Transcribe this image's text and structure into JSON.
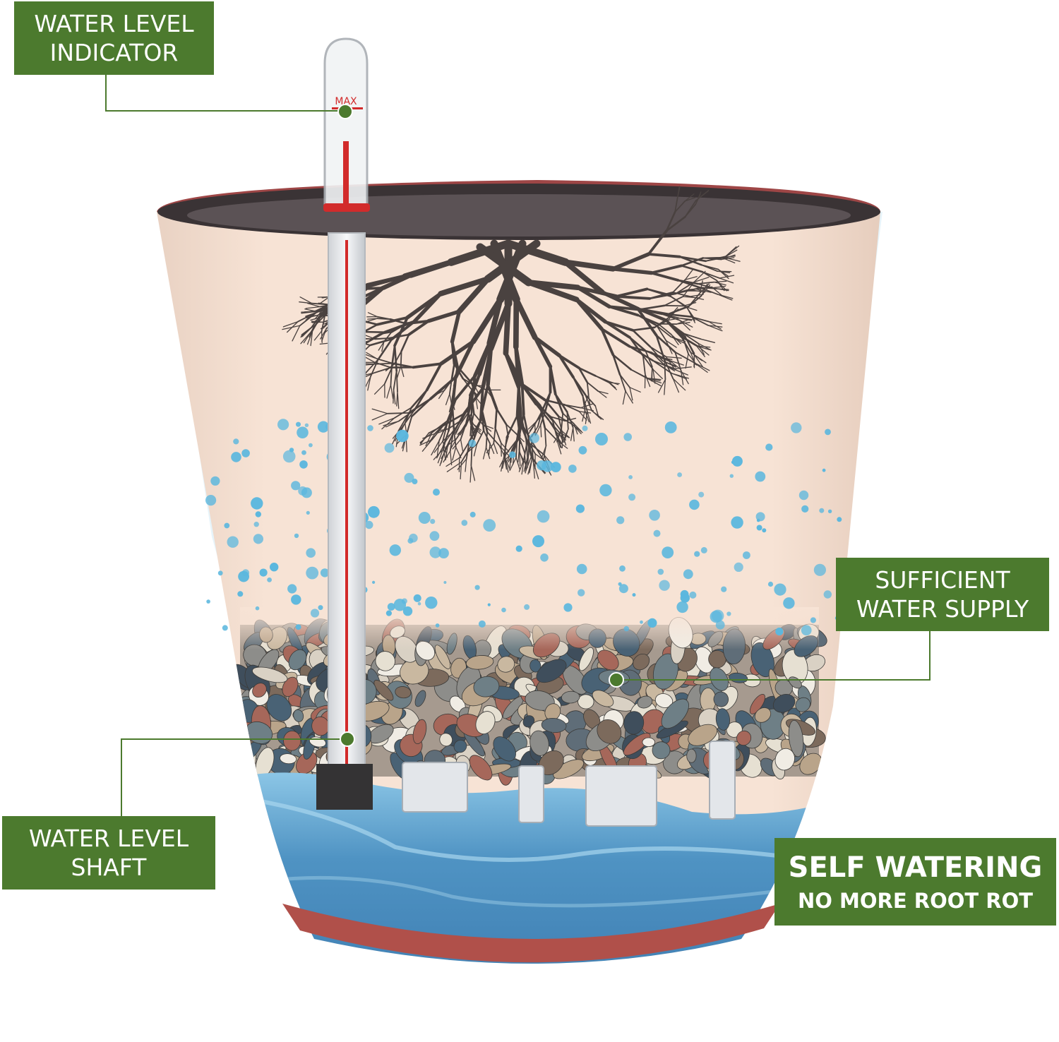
{
  "labels": {
    "water_level_indicator": [
      "WATER LEVEL",
      "INDICATOR"
    ],
    "sufficient_water_supply": [
      "SUFFICIENT",
      "WATER SUPPLY"
    ],
    "water_level_shaft": [
      "WATER LEVEL",
      "SHAFT"
    ],
    "self_watering": "SELF WATERING",
    "no_more_root_rot": "NO MORE ROOT ROT",
    "tube_marking": "MAX"
  },
  "colors": {
    "label_bg": "#4c7a2e",
    "label_text": "#ffffff",
    "leader_line": "#4c7a2e",
    "pot_body": "#f5e1d3",
    "pot_rim": "#3a3335",
    "pot_base_red": "#b0504a",
    "roots": "#4a4240",
    "water": "#5a9dc9",
    "water_drops": "#5bb7de",
    "indicator_red": "#d22b2b"
  }
}
